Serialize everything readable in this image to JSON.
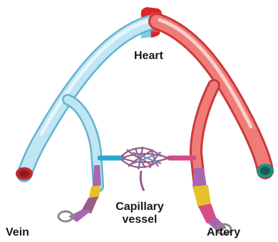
{
  "labels": {
    "heart": "Heart",
    "capillary_line1": "Capillary",
    "capillary_line2": "vessel",
    "vein": "Vein",
    "artery": "Artery"
  },
  "colors": {
    "vein": "#a9dced",
    "vein_edge": "#62b3d2",
    "artery": "#f07c78",
    "artery_edge": "#c93a37",
    "heart_red": "#d9252b",
    "heart_blue": "#7fcde3",
    "capillary": "#9a5b86",
    "wall_purple": "#a866b2",
    "wall_yellow": "#e8c02a"
  }
}
